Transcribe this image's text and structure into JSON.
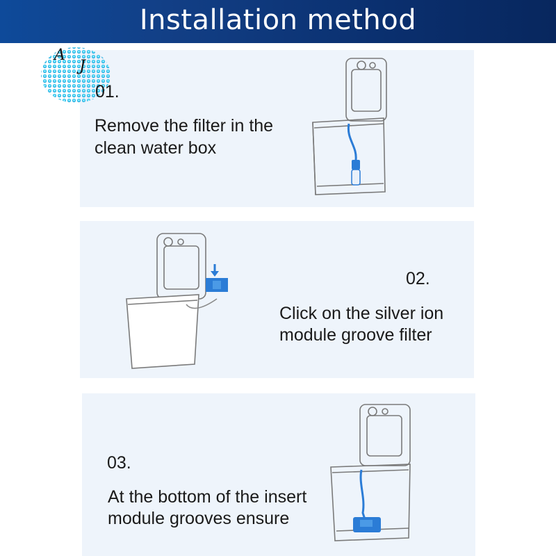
{
  "header": {
    "title": "Installation method"
  },
  "logo": {
    "letters": "A J"
  },
  "steps": [
    {
      "number": "01.",
      "line1": "Remove the filter in the",
      "line2": "clean water box"
    },
    {
      "number": "02.",
      "line1": "Click on the silver ion",
      "line2": "module groove filter"
    },
    {
      "number": "03.",
      "line1": "At the bottom of the insert",
      "line2": "module grooves ensure"
    }
  ],
  "colors": {
    "banner": "#0e4a9a",
    "panel": "#eef4fb",
    "accent": "#2b7cd6"
  }
}
